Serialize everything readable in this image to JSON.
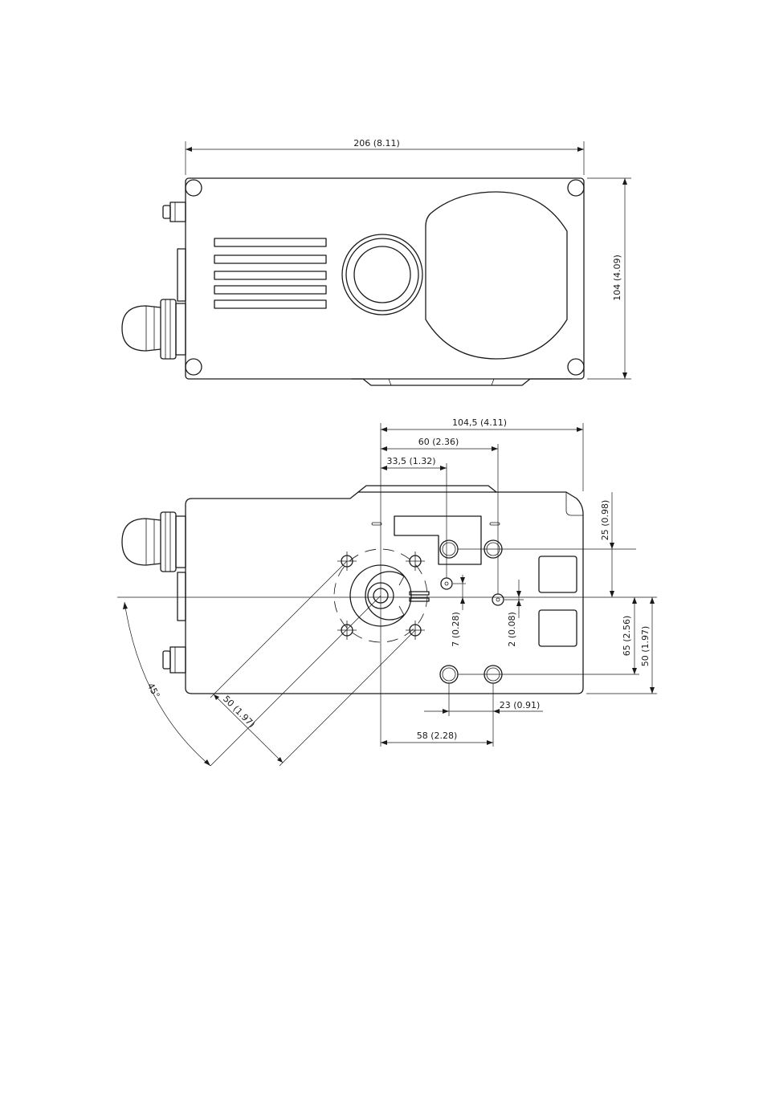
{
  "top_view": {
    "width_label": "206 (8.11)",
    "height_label": "104 (4.09)"
  },
  "bottom_view": {
    "total_offset_label": "104,5 (4.11)",
    "offset_60_label": "60 (2.36)",
    "offset_33_label": "33,5 (1.32)",
    "dim_25_label": "25 (0.98)",
    "dim_7_label": "7 (0.28)",
    "dim_2_label": "2 (0.08)",
    "dim_65_label": "65 (2.56)",
    "dim_50v_label": "50 (1.97)",
    "dim_23_label": "23 (0.91)",
    "dim_58_label": "58 (2.28)",
    "bolt_spacing_label": "50 (1.97)",
    "angle_label": "45°"
  }
}
